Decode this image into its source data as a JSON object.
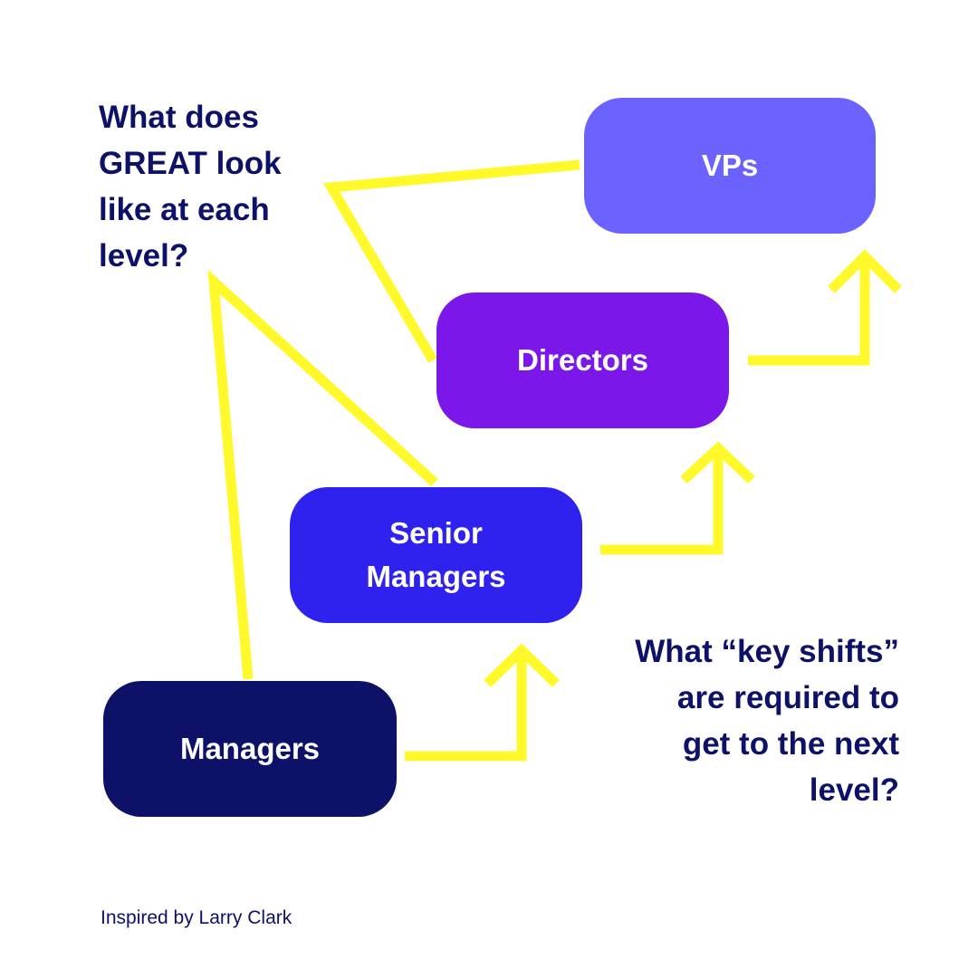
{
  "levels": [
    {
      "id": "vps",
      "label": "VPs"
    },
    {
      "id": "directors",
      "label": "Directors"
    },
    {
      "id": "senior_managers",
      "label_lines": [
        "Senior",
        "Managers"
      ]
    },
    {
      "id": "managers",
      "label": "Managers"
    }
  ],
  "questions": {
    "great_lines": [
      "What does",
      "GREAT look",
      "like at each",
      "level?"
    ],
    "shifts_lines": [
      "What “key shifts”",
      "are required to",
      "get to the next",
      "level?"
    ]
  },
  "credit": "Inspired by Larry Clark",
  "colors": {
    "vps": "#6c63ff",
    "directors": "#7b17e8",
    "senior_managers": "#2f22ef",
    "managers": "#0d1268",
    "text_dark": "#0d1268",
    "connector": "#fff82a"
  }
}
